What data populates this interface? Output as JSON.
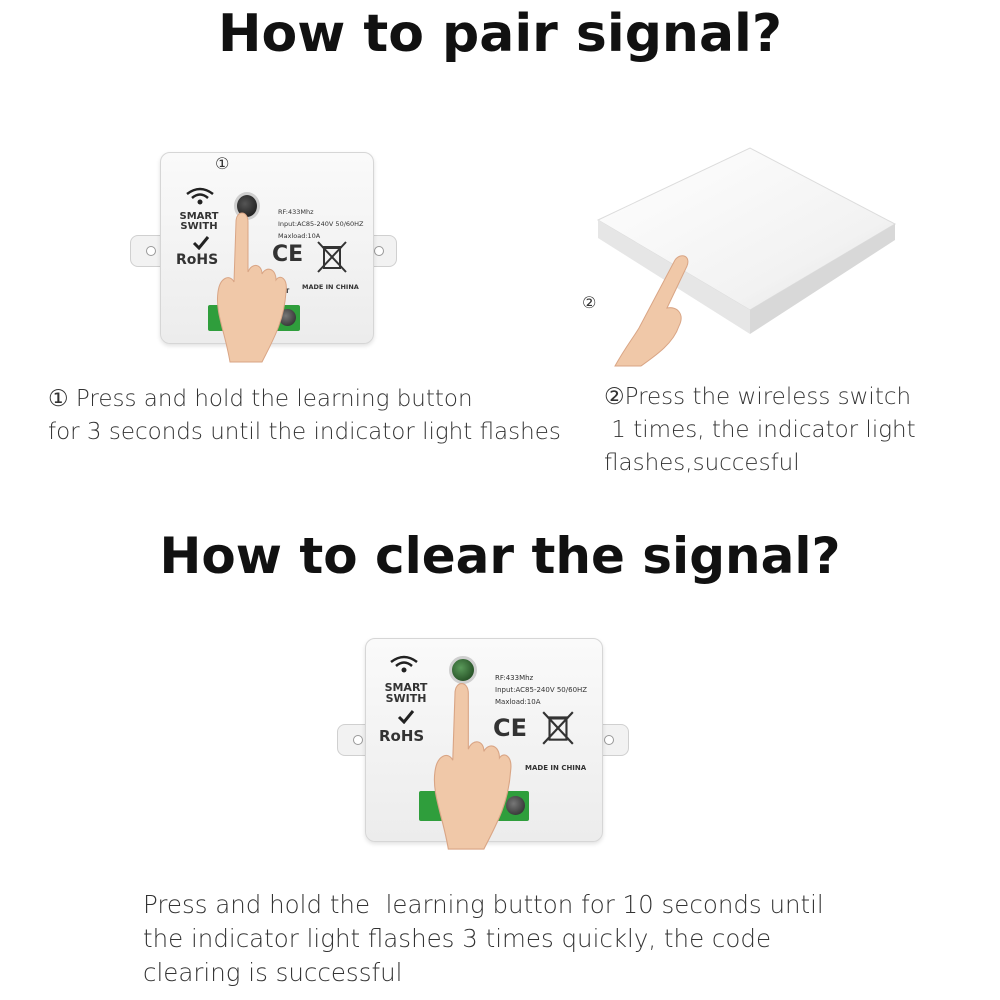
{
  "headings": {
    "pair": "How to pair signal?",
    "clear": "How to clear the signal?"
  },
  "step1": {
    "marker": "①",
    "caption_lines": [
      "① Press and hold the learning button",
      "for 3 seconds until the indicator light flashes"
    ]
  },
  "step2": {
    "marker": "②",
    "caption_lines": [
      "②Press the wireless switch",
      " 1 times, the indicator light",
      "flashes,succesful"
    ]
  },
  "clear_step": {
    "caption_lines": [
      "Press and hold the  learning button for 10 seconds until",
      "the indicator light flashes 3 times quickly, the code",
      "clearing is successful"
    ]
  },
  "device_label": {
    "brand_line1": "SMART",
    "brand_line2": "SWITH",
    "rohs": "RoHS",
    "rf": "RF:433Mhz",
    "input": "Input:AC85-240V 50/60HZ",
    "maxload": "Maxload:10A",
    "ce": "CE",
    "made_in": "MADE IN CHINA",
    "output": "PUT"
  },
  "colors": {
    "terminal_green": "#2f9e3c",
    "skin": "#f0c8a8"
  },
  "icons": [
    "wifi-icon",
    "check-icon",
    "weee-bin-icon",
    "hand-icon"
  ]
}
